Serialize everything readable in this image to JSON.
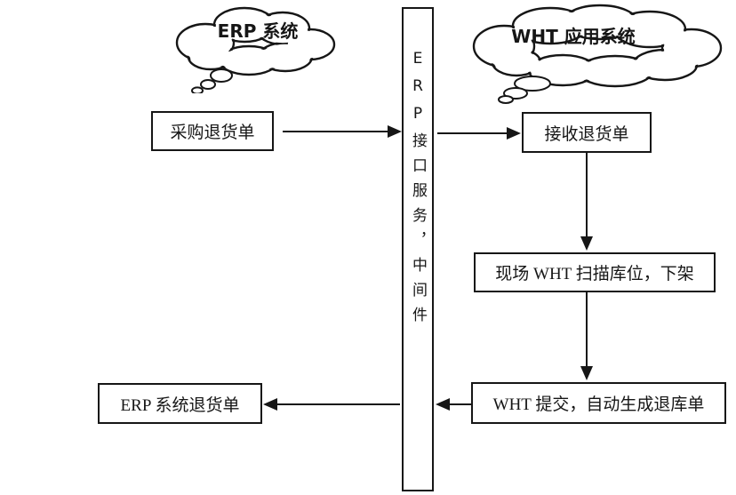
{
  "colors": {
    "ink": "#161616",
    "background": "#ffffff"
  },
  "diagram": {
    "clouds": [
      {
        "id": "erp-system",
        "label": "ERP 系统"
      },
      {
        "id": "wht-system",
        "label": "WHT 应用系统"
      }
    ],
    "middleware": {
      "label": "ERP接口服务，中间件"
    },
    "nodes": [
      {
        "id": "purchase-return-order",
        "label": "采购退货单"
      },
      {
        "id": "receive-return-order",
        "label": "接收退货单"
      },
      {
        "id": "scan-location-unshelve",
        "label": "现场 WHT 扫描库位，下架"
      },
      {
        "id": "submit-generate-return",
        "label": "WHT 提交，自动生成退库单"
      },
      {
        "id": "erp-return-order",
        "label": "ERP 系统退货单"
      }
    ],
    "flows": [
      {
        "from": "采购退货单",
        "to": "ERP接口服务，中间件",
        "direction": "right"
      },
      {
        "from": "ERP接口服务，中间件",
        "to": "接收退货单",
        "direction": "right"
      },
      {
        "from": "接收退货单",
        "to": "现场 WHT 扫描库位，下架",
        "direction": "down"
      },
      {
        "from": "现场 WHT 扫描库位，下架",
        "to": "WHT 提交，自动生成退库单",
        "direction": "down"
      },
      {
        "from": "WHT 提交，自动生成退库单",
        "to": "ERP接口服务，中间件",
        "direction": "left"
      },
      {
        "from": "ERP接口服务，中间件",
        "to": "ERP 系统退货单",
        "direction": "left"
      }
    ]
  }
}
